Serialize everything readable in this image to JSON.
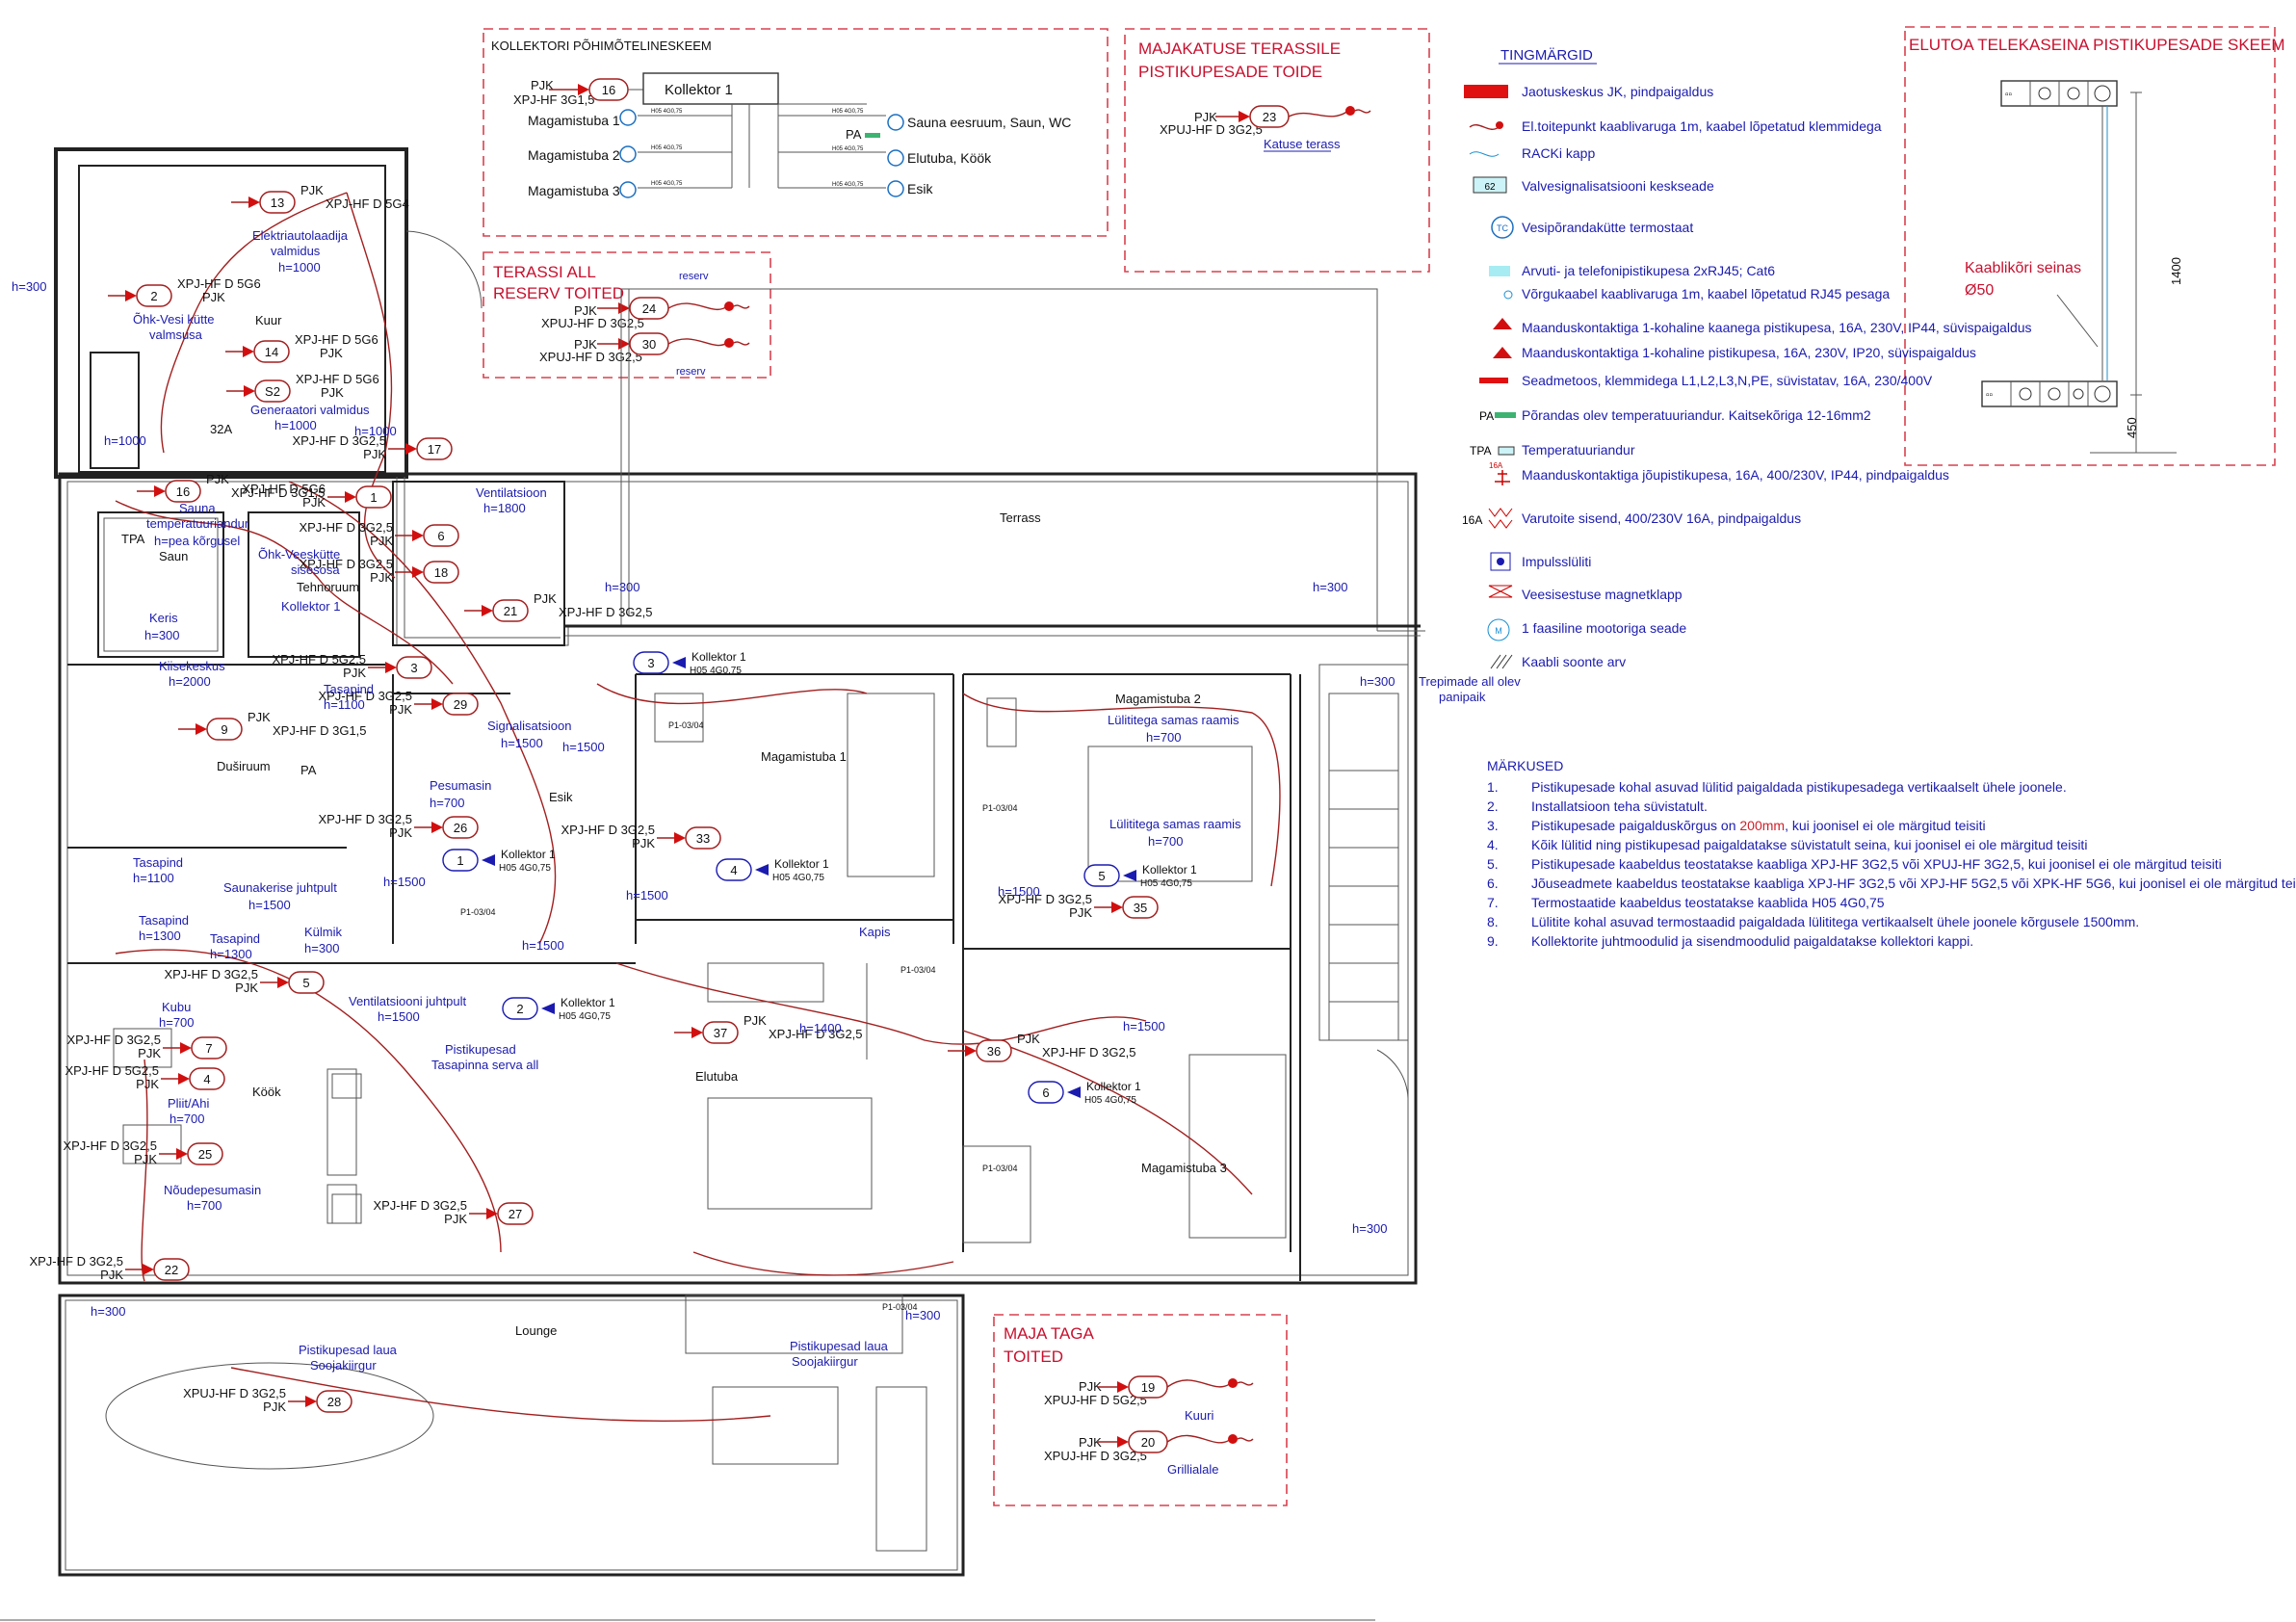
{
  "colors": {
    "accent": "#c8102e",
    "cable": "#a31f1f",
    "ink": "#1b1bb0",
    "wall": "#222222"
  },
  "collector": {
    "title": "KOLLEKTORI PÕHIMÕTELINESKEEM",
    "box": "Kollektor  1",
    "feed": {
      "circuit": "16",
      "l1": "PJK",
      "l2": "XPJ-HF 3G1,5"
    },
    "left": [
      "Magamistuba 1",
      "Magamistuba 2",
      "Magamistuba 3"
    ],
    "right": [
      "Sauna eesruum, Saun, WC",
      "Elutuba, Köök",
      "Esik"
    ],
    "pa": "PA",
    "cable": "H05 4G0,75"
  },
  "terrace_box": {
    "title1": "MAJAKATUSE TERASSILE",
    "title2": "PISTIKUPESADE TOIDE",
    "circuit": "23",
    "l1": "PJK",
    "l2": "XPUJ-HF D 3G2,5",
    "tag": "Katuse terass"
  },
  "reserve_box": {
    "title1": "TERASSI ALL",
    "title2": "RESERV TOITED",
    "items": [
      {
        "circuit": "24",
        "l1": "PJK",
        "l2": "XPUJ-HF D 3G2,5",
        "tag": "reserv"
      },
      {
        "circuit": "30",
        "l1": "PJK",
        "l2": "XPUJ-HF D 3G2,5",
        "tag": "reserv"
      }
    ]
  },
  "back_box": {
    "title1": "MAJA TAGA",
    "title2": "TOITED",
    "items": [
      {
        "circuit": "19",
        "l1": "PJK",
        "l2": "XPUJ-HF D 5G2,5",
        "tag": "Kuuri"
      },
      {
        "circuit": "20",
        "l1": "PJK",
        "l2": "XPUJ-HF D 3G2,5",
        "tag": "Grillialale"
      }
    ]
  },
  "tv_box": {
    "title": "ELUTOA TELEKASEINA PISTIKUPESADE SKEEM",
    "conduit1": "Kaablikõri seinas",
    "conduit2": "Ø50",
    "dim_height": "1400",
    "dim_bottom": "450"
  },
  "legend": {
    "title": "TINGMÄRGID",
    "items": [
      {
        "prefix": "",
        "text": "Jaotuskeskus JK, pindpaigaldus"
      },
      {
        "prefix": "",
        "text": "El.toitepunkt kaablivaruga 1m, kaabel lõpetatud klemmidega"
      },
      {
        "prefix": "",
        "text": "RACKi kapp"
      },
      {
        "prefix": "62",
        "text": "Valvesignalisatsiooni keskseade"
      },
      {
        "prefix": "TC",
        "text": "Vesipõrandakütte termostaat"
      },
      {
        "prefix": "",
        "text": "Arvuti- ja telefonipistikupesa 2xRJ45; Cat6"
      },
      {
        "prefix": "",
        "text": "Võrgukaabel kaablivaruga 1m, kaabel lõpetatud RJ45 pesaga"
      },
      {
        "prefix": "",
        "text": "Maanduskontaktiga 1-kohaline kaanega pistikupesa, 16A, 230V, IP44,  süvispaigaldus"
      },
      {
        "prefix": "",
        "text": "Maanduskontaktiga 1-kohaline pistikupesa, 16A, 230V, IP20, süvispaigaldus"
      },
      {
        "prefix": "",
        "text": "Seadmetoos, klemmidega L1,L2,L3,N,PE, süvistatav, 16A, 230/400V"
      },
      {
        "prefix": "PA",
        "text": "Põrandas olev temperatuuriandur. Kaitsekõriga 12-16mm2"
      },
      {
        "prefix": "TPA",
        "text": "Temperatuuriandur"
      },
      {
        "prefix": "16A",
        "text": "Maanduskontaktiga jõupistikupesa, 16A, 400/230V, IP44, pindpaigaldus"
      },
      {
        "prefix": "16A",
        "text": "Varutoite sisend, 400/230V 16A, pindpaigaldus"
      },
      {
        "prefix": "",
        "text": "Impulsslüliti"
      },
      {
        "prefix": "",
        "text": "Veesisestuse magnetklapp"
      },
      {
        "prefix": "M",
        "text": "1 faasiline mootoriga seade"
      },
      {
        "prefix": "",
        "text": "Kaabli soonte arv"
      }
    ]
  },
  "notes": {
    "title": "MÄRKUSED",
    "items": [
      {
        "n": "1.",
        "text": "Pistikupesade kohal asuvad lülitid paigaldada pistikupesadega vertikaalselt ühele joonele."
      },
      {
        "n": "2.",
        "text": "Installatsioon teha süvistatult."
      },
      {
        "n": "3.",
        "pre": "Pistikupesade paigalduskõrgus on ",
        "hl": "200mm",
        "post": ", kui joonisel ei ole märgitud teisiti"
      },
      {
        "n": "4.",
        "text": "Kõik lülitid ning pistikupesad paigaldatakse süvistatult seina, kui joonisel ei ole märgitud teisiti"
      },
      {
        "n": "5.",
        "text": "Pistikupesade kaabeldus teostatakse kaabliga XPJ-HF 3G2,5 või XPUJ-HF 3G2,5, kui joonisel ei ole märgitud teisiti"
      },
      {
        "n": "6.",
        "text": "Jõuseadmete kaabeldus teostatakse kaabliga XPJ-HF 3G2,5 või XPJ-HF 5G2,5 või XPK-HF 5G6, kui joonisel ei ole märgitud teisiti"
      },
      {
        "n": "7.",
        "text": "Termostaatide kaabeldus teostatakse kaablida H05 4G0,75"
      },
      {
        "n": "8.",
        "text": "Lülitite kohal asuvad termostaadid paigaldada lülititega vertikaalselt ühele joonele kõrgusele 1500mm."
      },
      {
        "n": "9.",
        "text": "Kollektorite juhtmoodulid ja sisendmoodulid paigaldatakse kollektori kappi."
      }
    ]
  },
  "rooms": [
    {
      "name": "Kuur"
    },
    {
      "name": "Terrass"
    },
    {
      "name": "Saun"
    },
    {
      "name": "Tehnoruum"
    },
    {
      "name": "Duširuum"
    },
    {
      "name": "Esik"
    },
    {
      "name": "Magamistuba 1"
    },
    {
      "name": "Magamistuba 2"
    },
    {
      "name": "Magamistuba 3"
    },
    {
      "name": "Elutuba"
    },
    {
      "name": "Köök"
    },
    {
      "name": "Lounge"
    }
  ],
  "circuits": [
    {
      "n": "13",
      "l1": "PJK",
      "l2": "XPJ-HF D 5G4"
    },
    {
      "n": "2",
      "l1": "XPJ-HF D 5G6",
      "l2": "PJK"
    },
    {
      "n": "14",
      "l1": "XPJ-HF D 5G6",
      "l2": "PJK"
    },
    {
      "n": "S2",
      "l1": "XPJ-HF D 5G6",
      "l2": "PJK"
    },
    {
      "n": "17",
      "l1": "XPJ-HF D 3G2,5",
      "l2": "PJK"
    },
    {
      "n": "16",
      "l1": "PJK",
      "l2": "XPJ-HF D 3G1,5"
    },
    {
      "n": "1",
      "l1": "XPJ-HF D 5G6",
      "l2": "PJK"
    },
    {
      "n": "6",
      "l1": "XPJ-HF D 3G2,5",
      "l2": "PJK"
    },
    {
      "n": "18",
      "l1": "XPJ-HF D 3G2,5",
      "l2": "PJK"
    },
    {
      "n": "21",
      "l1": "PJK",
      "l2": "XPJ-HF D 3G2,5"
    },
    {
      "n": "3",
      "l1": "XPJ-HF D 5G2,5",
      "l2": "PJK"
    },
    {
      "n": "29",
      "l1": "XPJ-HF D 3G2,5",
      "l2": "PJK"
    },
    {
      "n": "9",
      "l1": "PJK",
      "l2": "XPJ-HF D 3G1,5"
    },
    {
      "n": "26",
      "l1": "XPJ-HF D 3G2,5",
      "l2": "PJK"
    },
    {
      "n": "5",
      "l1": "XPJ-HF D 3G2,5",
      "l2": "PJK"
    },
    {
      "n": "7",
      "l1": "XPJ-HF D 3G2,5",
      "l2": "PJK"
    },
    {
      "n": "4",
      "l1": "XPJ-HF D 5G2,5",
      "l2": "PJK"
    },
    {
      "n": "25",
      "l1": "XPJ-HF D 3G2,5",
      "l2": "PJK"
    },
    {
      "n": "27",
      "l1": "XPJ-HF D 3G2,5",
      "l2": "PJK"
    },
    {
      "n": "22",
      "l1": "XPJ-HF D 3G2,5",
      "l2": "PJK"
    },
    {
      "n": "33",
      "l1": "XPJ-HF D 3G2,5",
      "l2": "PJK"
    },
    {
      "n": "37",
      "l1": "PJK",
      "l2": "XPJ-HF D 3G2,5"
    },
    {
      "n": "36",
      "l1": "PJK",
      "l2": "XPJ-HF D 3G2,5"
    },
    {
      "n": "35",
      "l1": "XPJ-HF D 3G2,5",
      "l2": "PJK"
    },
    {
      "n": "28",
      "l1": "XPUJ-HF D 3G2,5",
      "l2": "PJK"
    }
  ],
  "collectors_on_plan": [
    {
      "n": "1",
      "name": "Kollektor 1",
      "cable": "H05 4G0,75"
    },
    {
      "n": "2",
      "name": "Kollektor 1",
      "cable": "H05 4G0,75"
    },
    {
      "n": "3",
      "name": "Kollektor 1",
      "cable": "H05 4G0,75"
    },
    {
      "n": "4",
      "name": "Kollektor 1",
      "cable": "H05 4G0,75"
    },
    {
      "n": "5",
      "name": "Kollektor 1",
      "cable": "H05 4G0,75"
    },
    {
      "n": "6",
      "name": "Kollektor 1",
      "cable": "H05 4G0,75"
    }
  ],
  "tags": {
    "elektriauto1": "Elektriautolaadija",
    "elektriauto2": "valmidus",
    "elektriauto3": "h=1000",
    "ohk1": "Õhk-Vesi kütte",
    "ohk2": "valmsusa",
    "gen1": "Generaatori valmidus",
    "gen2": "h=1000",
    "h300": "h=300",
    "h1000": "h=1000",
    "a32": "32A",
    "vent1": "Ventilatsioon",
    "vent2": "h=1800",
    "sauna1": "Sauna",
    "sauna2": "temperatuuriandur",
    "sauna3": "h=pea kõrgusel",
    "tpa": "TPA",
    "ohk3": "Õhk-Veeskütte",
    "ohk4": "sisesosa",
    "koll": "Kollektor 1",
    "keris1": "Keris",
    "keris2": "h=300",
    "kk1": "Kiisekeskus",
    "kk2": "h=2000",
    "tasa1": "Tasapind",
    "tasa2": "h=1100",
    "signal1": "Signalisatsioon",
    "signal2": "h=1500",
    "pesu1": "Pesumasin",
    "pesu2": "h=700",
    "pa": "PA",
    "sk1": "Saunakerise juhtpult",
    "sk2": "h=1500",
    "kulm1": "Külmik",
    "kulm2": "h=300",
    "tpb1": "Tasapind",
    "tpb2": "h=1300",
    "tpc1": "Tasapind",
    "tpc2": "h=1300",
    "kubu1": "Kubu",
    "kubu2": "h=700",
    "vj1": "Ventilatsiooni juhtpult",
    "vj2": "h=1500",
    "pist1": "Pistikupesad",
    "pist2": "Tasapinna serva all",
    "pliit1": "Pliit/Ahi",
    "pliit2": "h=700",
    "nou1": "Nõudepesumasin",
    "nou2": "h=700",
    "h1500": "h=1500",
    "kapis": "Kapis",
    "h1400": "h=1400",
    "sr1": "Lülititega samas raamis",
    "sr2": "h=700",
    "sr3": "Lülititega samas raamis",
    "sr4": "h=700",
    "trep1": "Trepimade all olev",
    "trep2": "panipaik",
    "p1": "P1-03/04",
    "lounge1": "Pistikupesad laua",
    "lounge2": "Soojakiirgur",
    "lounge3": "Pistikupesad laua",
    "lounge4": "Soojakiirgur"
  }
}
